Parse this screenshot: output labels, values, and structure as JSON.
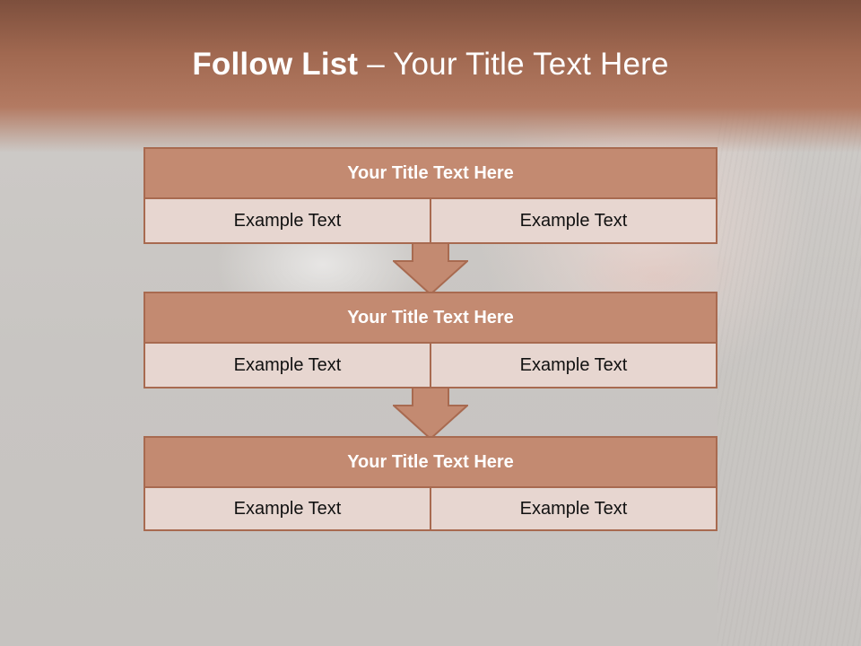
{
  "slide": {
    "title_bold": "Follow List",
    "title_rest": " – Your Title Text Here"
  },
  "steps": [
    {
      "title": "Your Title Text Here",
      "left": "Example Text",
      "right": "Example Text"
    },
    {
      "title": "Your Title Text Here",
      "left": "Example Text",
      "right": "Example Text"
    },
    {
      "title": "Your Title Text Here",
      "left": "Example Text",
      "right": "Example Text"
    }
  ],
  "colors": {
    "header_band": "#a06850",
    "box_title_fill": "#c38a71",
    "box_cell_fill": "#e7d6d0",
    "border": "#a86a50"
  }
}
